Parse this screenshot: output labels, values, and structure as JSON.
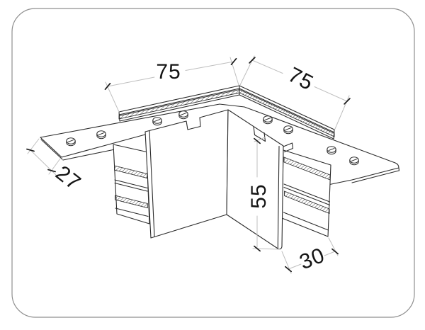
{
  "frame": {
    "background": "#ffffff",
    "border_color": "#8f8f8f"
  },
  "style": {
    "line_color": "#2b2b2b",
    "dim_line_color": "#bfbfbf",
    "tick_color": "#1c1c1c",
    "text_color": "#141414"
  },
  "drawing": {
    "description": "Isometric technical line drawing of a 90-degree corner connector: L-shaped mounting plate with eight slotted screws, top corner rail with knurled strips, two vertical corner panels and two ribbed lower profiles",
    "screw_count": 8
  },
  "dimensions": {
    "top_left": {
      "label": "75"
    },
    "top_right": {
      "label": "75"
    },
    "plate_end_width": {
      "label": "27"
    },
    "panel_height": {
      "label": "55"
    },
    "panel_width": {
      "label": "30"
    }
  }
}
